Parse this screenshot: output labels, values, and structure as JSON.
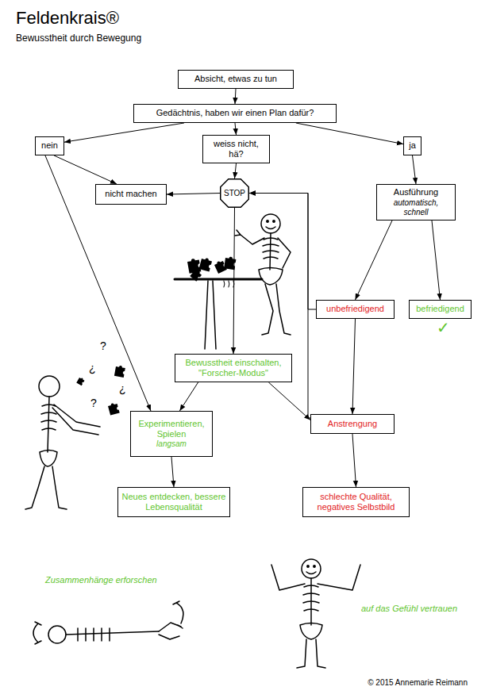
{
  "diagram": {
    "title": "Feldenkrais®",
    "caption": "© 2015 Annemarie Reimann",
    "nodes": [
      {
        "text": [
          "Absicht, etwas zu tun"
        ]
      },
      {
        "text": [
          "Gedächtnis, haben wir einen Plan dafür?"
        ]
      },
      {
        "text": [
          "nein"
        ]
      },
      {
        "text": [
          "weiss nicht, hä?"
        ]
      },
      {
        "text": [
          "ja"
        ]
      },
      {
        "text": [
          "nicht machen"
        ]
      },
      {
        "text": [
          "STOP"
        ]
      },
      {
        "text": [
          "Ausführung",
          "automatisch, schnell"
        ]
      },
      {
        "text": [
          "unbefriedigend"
        ]
      },
      {
        "text": [
          "befriedigend"
        ]
      },
      {
        "text": [
          "Bewusstheit einschalten, \"Forscher-Modus\""
        ]
      },
      {
        "text": [
          "Experimentieren, Spielen",
          "langsam"
        ]
      },
      {
        "text": [
          "Anstrengung"
        ]
      },
      {
        "text": [
          "Neues entdecken, bessere Lebensqualität"
        ]
      },
      {
        "text": [
          "schlechte Qualität, negatives Selbstbild"
        ]
      }
    ],
    "edges": [
      {
        "from": 0,
        "to": 1,
        "arrow": "to"
      },
      {
        "from": 1,
        "to": 2,
        "arrow": "to"
      },
      {
        "from": 1,
        "to": 3,
        "arrow": "to"
      },
      {
        "from": 1,
        "to": 4,
        "arrow": "to"
      },
      {
        "from": 2,
        "to": 5,
        "arrow": "to"
      },
      {
        "from": 2,
        "to": 11,
        "arrow": "to"
      },
      {
        "from": 3,
        "to": 6,
        "arrow": "to"
      },
      {
        "from": 6,
        "to": 5,
        "arrow": "to"
      },
      {
        "from": 6,
        "to": 10,
        "arrow": "to"
      },
      {
        "from": 4,
        "to": 7,
        "arrow": "to"
      },
      {
        "from": 7,
        "to": 8,
        "arrow": "to"
      },
      {
        "from": 7,
        "to": 9,
        "arrow": "to"
      },
      {
        "from": 8,
        "to": 12,
        "arrow": "to"
      },
      {
        "from": 8,
        "to": 6,
        "arrow": "to"
      },
      {
        "from": 12,
        "to": 6,
        "arrow": "to"
      },
      {
        "from": 10,
        "to": 11,
        "arrow": "to"
      },
      {
        "from": 10,
        "to": 12,
        "arrow": "to"
      },
      {
        "from": 11,
        "to": 13,
        "arrow": "to"
      },
      {
        "from": 12,
        "to": 14,
        "arrow": "to"
      }
    ],
    "labels": [
      "Bewusstheit durch Bewegung",
      "✓",
      "?",
      "¿",
      "¿",
      "?",
      "Zusammenhänge erforschen",
      "auf das Gefühl vertrauen"
    ]
  }
}
